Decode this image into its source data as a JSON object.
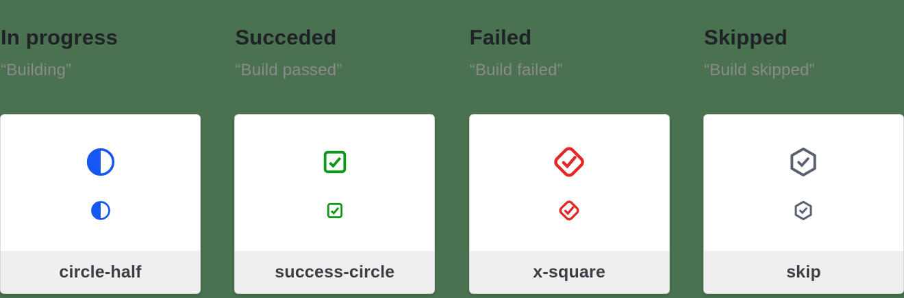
{
  "page": {
    "background_color": "#4a7150",
    "card_background": "#ffffff",
    "card_footer_background": "#efefef",
    "heading_color": "#1f2227",
    "subtitle_color": "#8b8b8b",
    "label_color": "#3c4046"
  },
  "columns": [
    {
      "title": "In progress",
      "subtitle": "“Building”",
      "icon": "circle-half-icon",
      "label": "circle-half",
      "color": "#1657f1"
    },
    {
      "title": "Succeded",
      "subtitle": "“Build passed”",
      "icon": "check-square-icon",
      "label": "success-circle",
      "color": "#0e9819"
    },
    {
      "title": "Failed",
      "subtitle": "“Build failed”",
      "icon": "check-diamond-icon",
      "label": "x-square",
      "color": "#e32727"
    },
    {
      "title": "Skipped",
      "subtitle": "“Build skipped”",
      "icon": "check-hexagon-icon",
      "label": "skip",
      "color": "#596070"
    }
  ]
}
